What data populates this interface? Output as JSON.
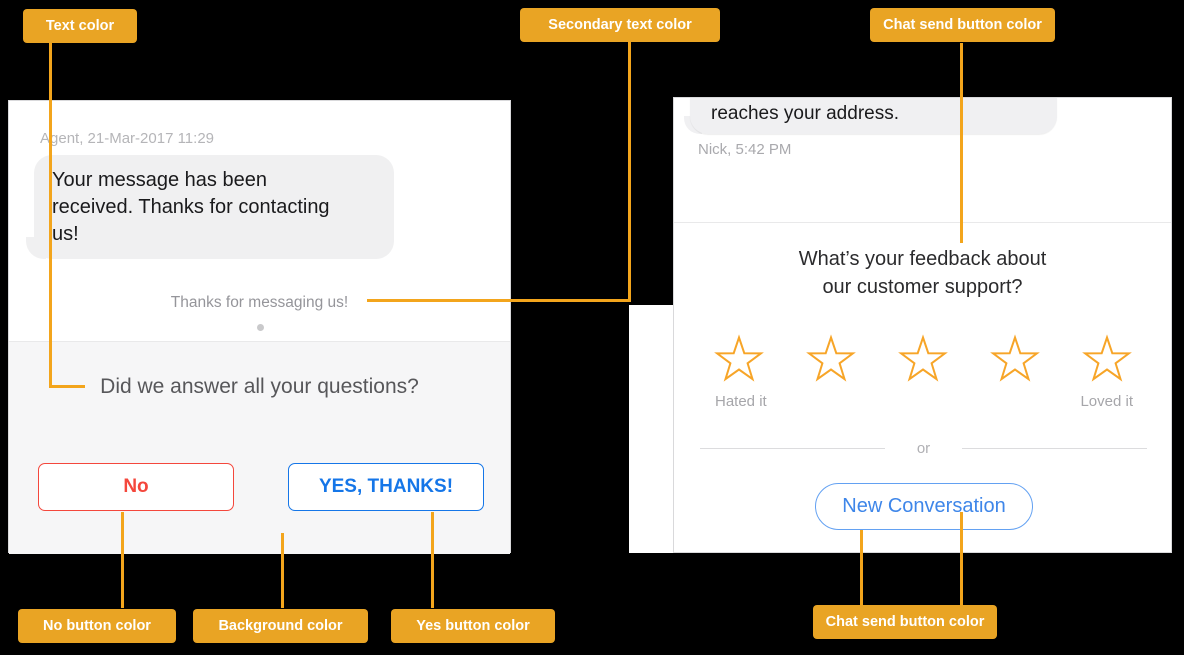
{
  "annotations": {
    "text_color": "Text color",
    "secondary_text_color": "Secondary text color",
    "chat_send_button_top": "Chat send button color",
    "no_button_color": "No button color",
    "background_color": "Background color",
    "yes_button_color": "Yes button color",
    "chat_send_button_bottom": "Chat send button color"
  },
  "left_chat": {
    "timestamp": "Agent, 21-Mar-2017 11:29",
    "message_lines": [
      "Your message has been",
      "received. Thanks for contacting",
      "us!"
    ],
    "secondary_text": "Thanks for messaging us!",
    "question": "Did we answer all your questions?",
    "no_button": "No",
    "yes_button": "YES, THANKS!"
  },
  "right_chat": {
    "message": "reaches your address.",
    "timestamp": "Nick, 5:42 PM",
    "feedback_lines": [
      "What’s your feedback about",
      "our customer support?"
    ],
    "rating_low": "Hated it",
    "rating_high": "Loved it",
    "or_text": "or",
    "new_conversation": "New Conversation",
    "star_count": 5
  },
  "colors": {
    "annotation_bg": "#E9A424",
    "connector": "#F3A51C",
    "text_primary": "#1A1A1C",
    "text_secondary": "#95959A",
    "timestamp_gray": "#B5B5B8",
    "no_button": "#F4473C",
    "yes_button": "#1576E8",
    "new_conversation_text": "#3E86E9",
    "new_conversation_border": "#63A1F2",
    "star": "#F7A528",
    "bubble_bg": "#F0F0F1",
    "background_section": "#F6F6F7"
  }
}
